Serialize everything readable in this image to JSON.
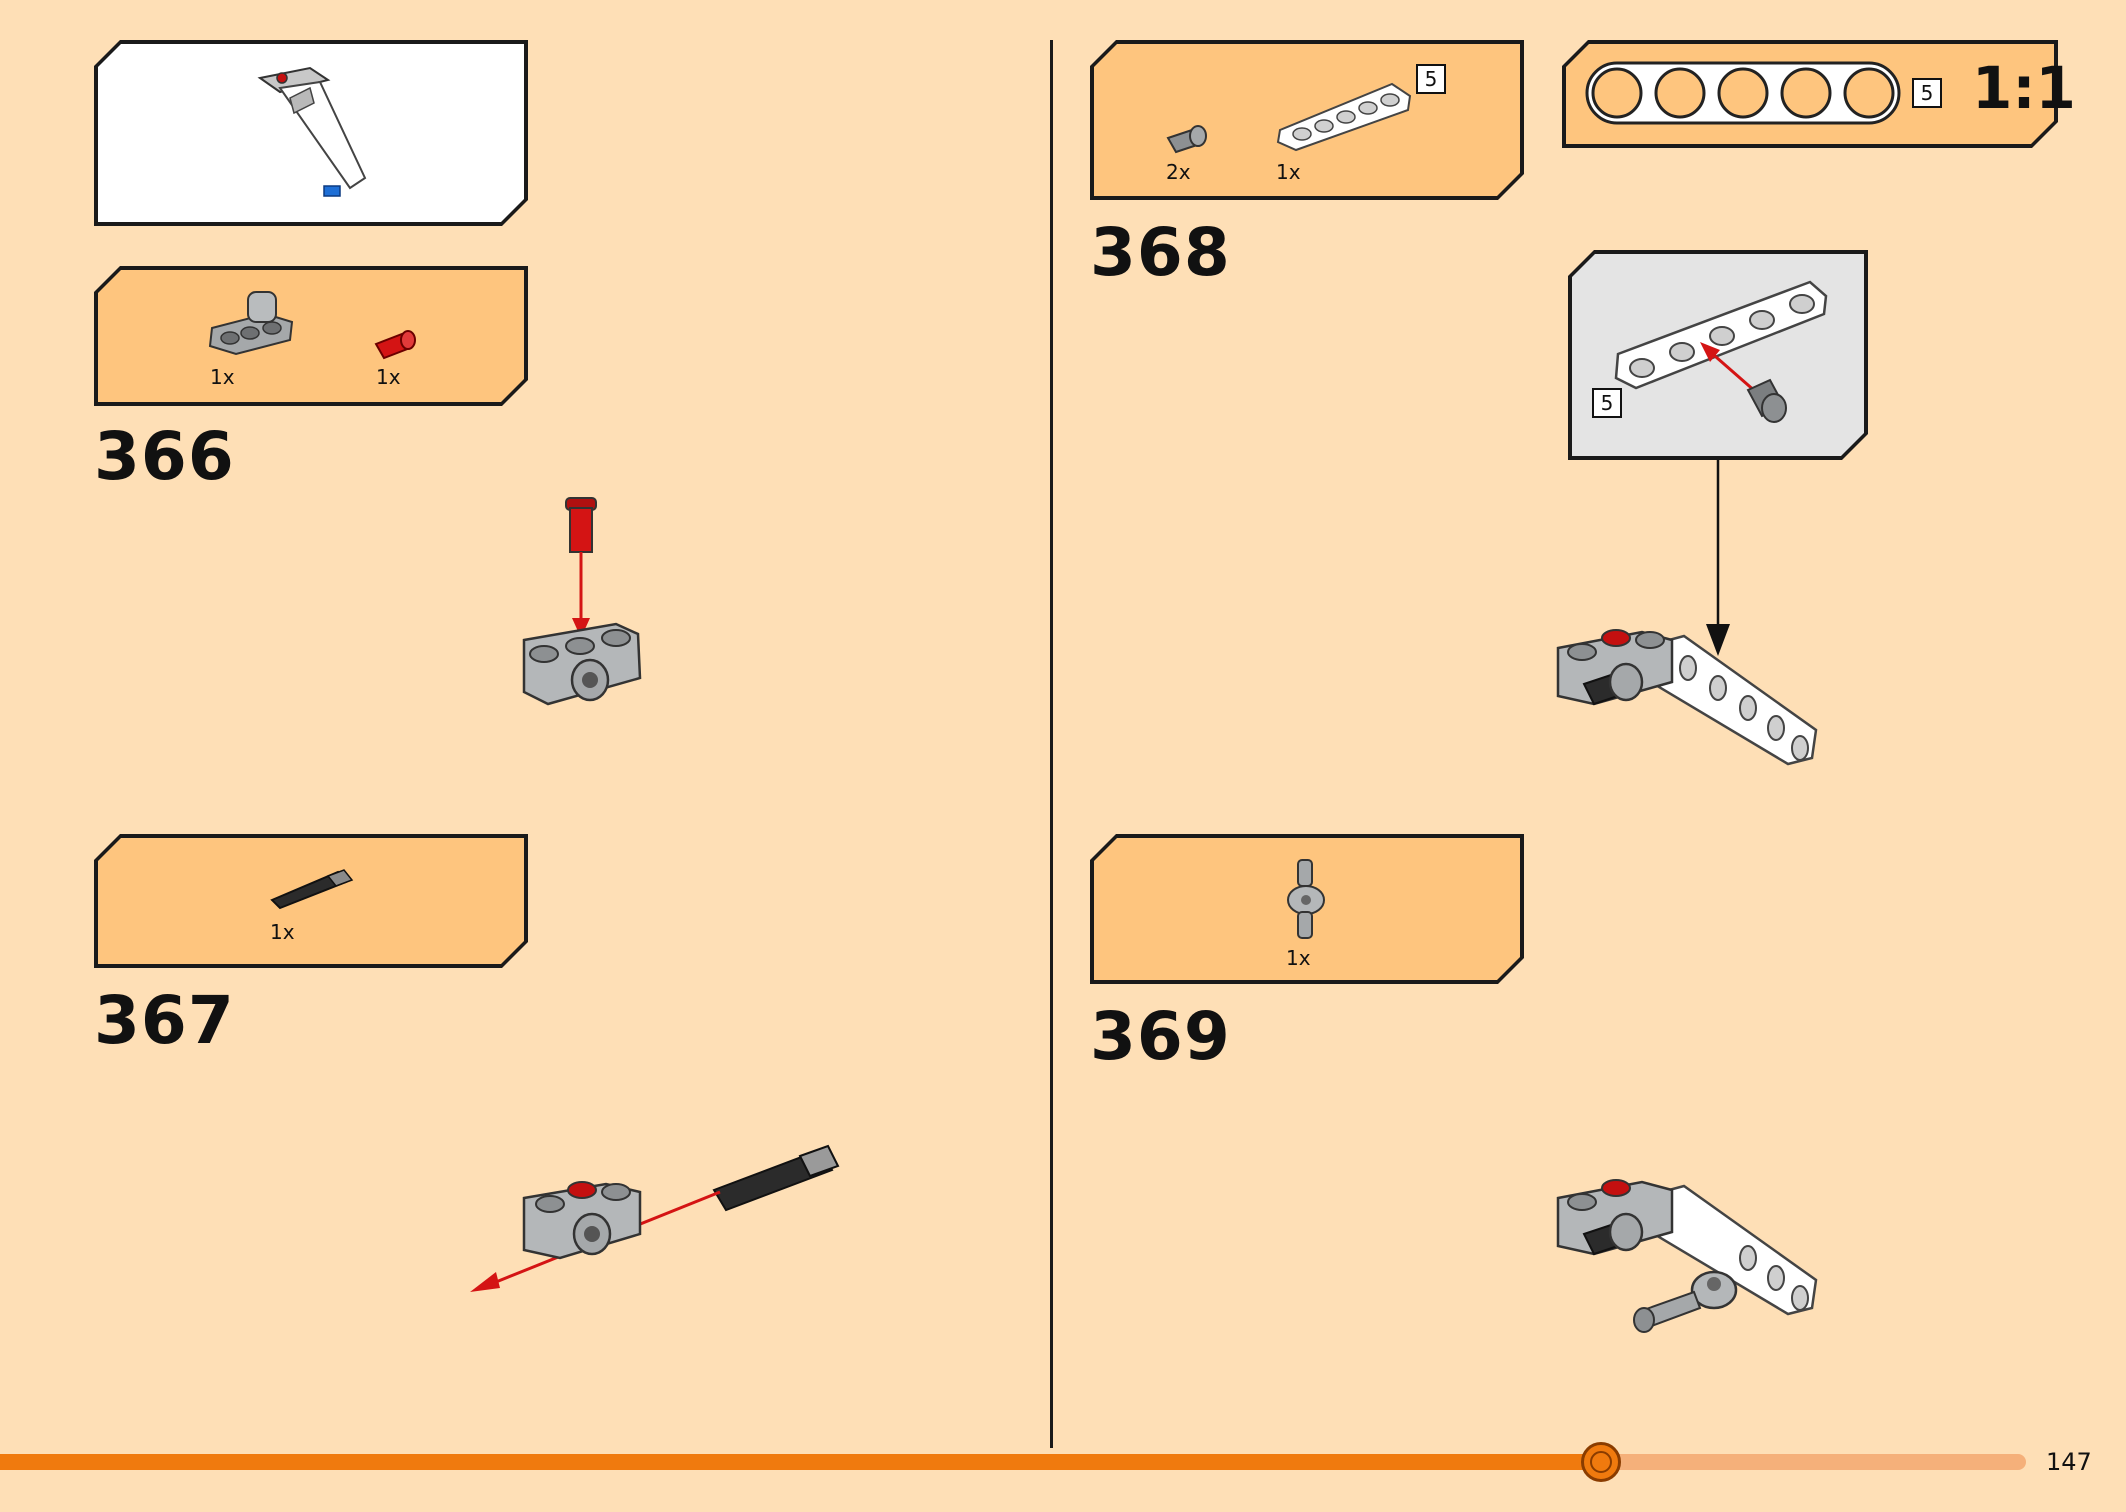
{
  "page": {
    "number": "147"
  },
  "progress": {
    "fraction": 0.79
  },
  "steps": [
    {
      "number": "366",
      "parts": [
        {
          "name": "pin-connector-part",
          "qty": "1x"
        },
        {
          "name": "red-pin-part",
          "qty": "1x"
        }
      ]
    },
    {
      "number": "367",
      "parts": [
        {
          "name": "black-axle-part",
          "qty": "1x"
        }
      ]
    },
    {
      "number": "368",
      "parts": [
        {
          "name": "grey-bushing-part",
          "qty": "2x"
        },
        {
          "name": "white-beam-part",
          "qty": "1x",
          "length": "5"
        }
      ]
    },
    {
      "number": "369",
      "parts": [
        {
          "name": "axle-pin-connector-part",
          "qty": "1x"
        }
      ]
    }
  ],
  "scale_box": {
    "label": "1:1",
    "length": "5"
  },
  "callout": {
    "length": "5"
  },
  "colors": {
    "page_bg": "#FEDFB6",
    "panel_bg": "#FEC57E",
    "accent_orange": "#F07A0E",
    "track_light": "#F5B07A",
    "pin_red": "#D41414",
    "part_grey": "#A5A8AA",
    "axle_black": "#2b2b2b",
    "beam_white": "#FFFFFF",
    "pin_blue": "#1E6FD6"
  }
}
